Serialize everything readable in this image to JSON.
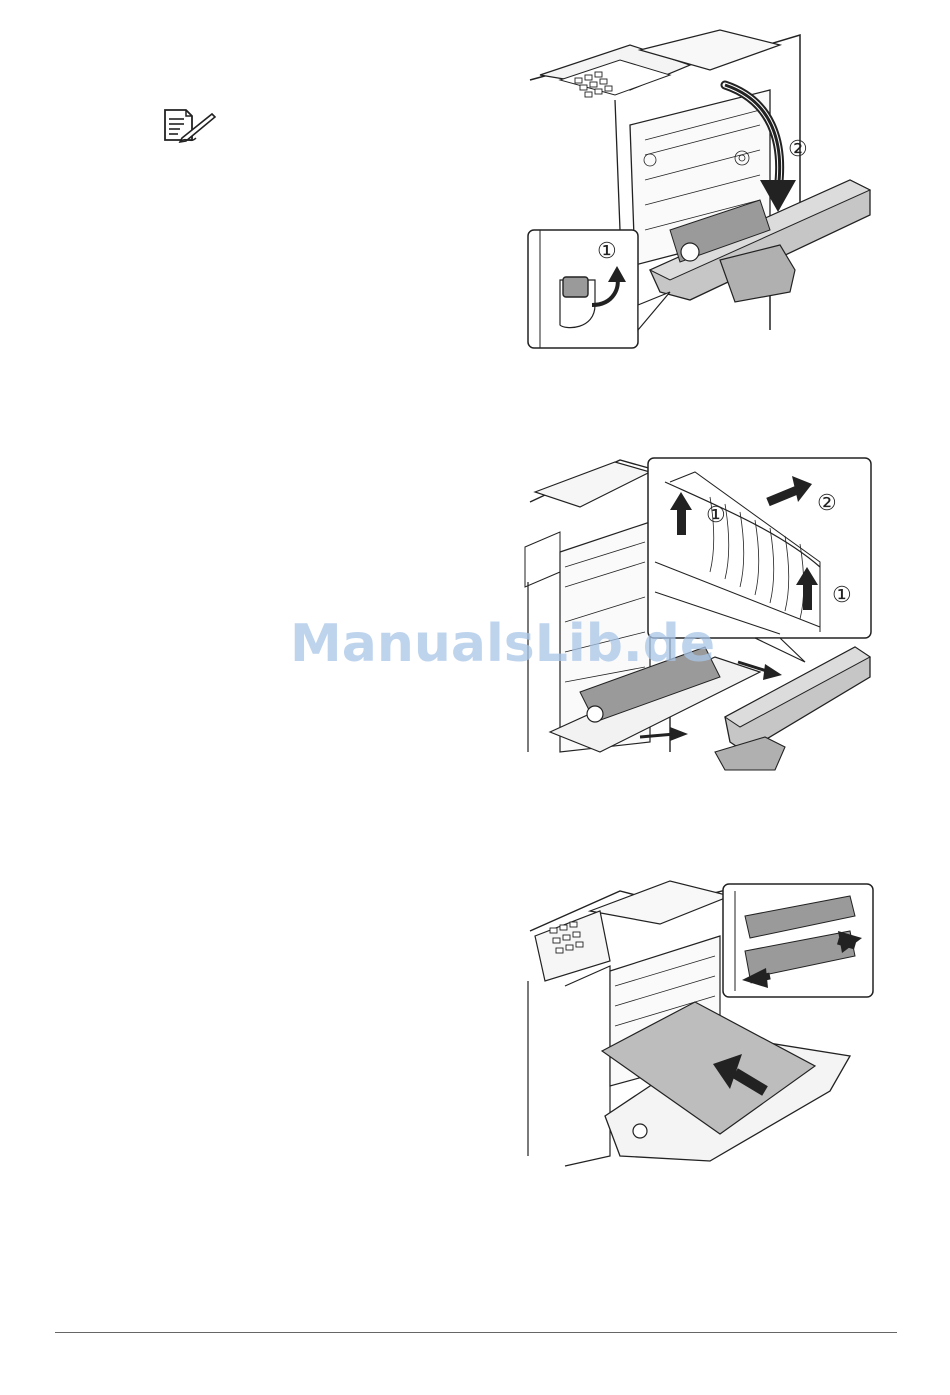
{
  "watermark": {
    "text": "ManualsLib.de"
  },
  "figures": [
    {
      "callouts": [
        "①",
        "②"
      ]
    },
    {
      "callouts": [
        "①",
        "②",
        "①"
      ]
    },
    {
      "callouts": []
    }
  ],
  "note_icon": "note-pencil-icon",
  "colors": {
    "line": "#222222",
    "grey": "#bdbdbd",
    "dark_grey": "#8a8a8a",
    "watermark": "#a9c6e8"
  }
}
